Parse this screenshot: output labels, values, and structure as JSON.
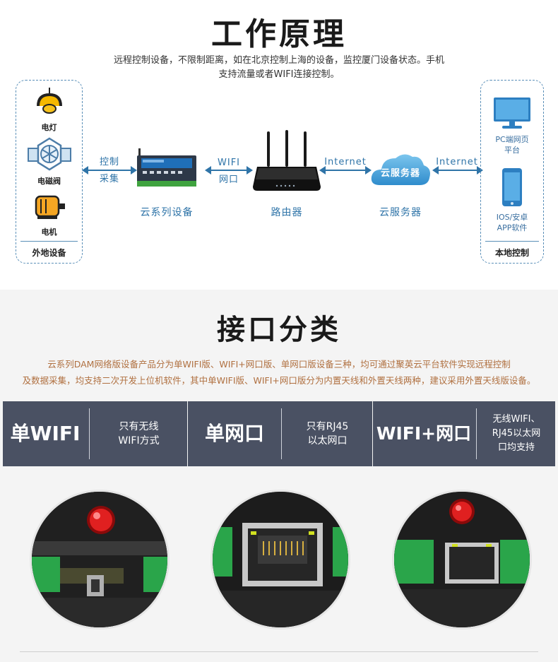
{
  "section1": {
    "title": "工作原理",
    "desc_line1": "远程控制设备，不限制距离，如在北京控制上海的设备，监控厦门设备状态。手机",
    "desc_line2": "支持流量或者WIFI连接控制。"
  },
  "left_box": {
    "devices": [
      {
        "icon": "lamp-icon",
        "label": "电灯"
      },
      {
        "icon": "valve-icon",
        "label": "电磁阀"
      },
      {
        "icon": "motor-icon",
        "label": "电机"
      }
    ],
    "footer": "外地设备"
  },
  "right_box": {
    "items": [
      {
        "icon": "monitor-icon",
        "label_line1": "PC端网页",
        "label_line2": "平台"
      },
      {
        "icon": "phone-icon",
        "label_line1": "IOS/安卓",
        "label_line2": "APP软件"
      }
    ],
    "footer": "本地控制"
  },
  "flow": {
    "arrow1_line1": "控制",
    "arrow1_line2": "采集",
    "arrow2_line1": "WIFI",
    "arrow2_line2": "网口",
    "arrow3": "Internet",
    "arrow4": "Internet",
    "device_label": "云系列设备",
    "router_label": "路由器",
    "cloud_text": "云服务器",
    "cloud_label": "云服务器"
  },
  "section2": {
    "title": "接口分类",
    "desc_line1": "云系列DAM网络版设备产品分为单WIFI版、WIFI+网口版、单网口版设备三种，均可通过聚英云平台软件实现远程控制",
    "desc_line2": "及数据采集，均支持二次开发上位机软件，其中单WIFI版、WIFI+网口版分为内置天线和外置天线两种，建议采用外置天线版设备。"
  },
  "interfaces": [
    {
      "name": "单WIFI",
      "desc_line1": "只有无线",
      "desc_line2": "WIFI方式",
      "desc_line3": ""
    },
    {
      "name": "单网口",
      "desc_line1": "只有RJ45",
      "desc_line2": "以太网口",
      "desc_line3": ""
    },
    {
      "name": "WIFI+网口",
      "desc_line1": "无线WIFI、",
      "desc_line2": "RJ45以太网",
      "desc_line3": "口均支持"
    }
  ],
  "colors": {
    "accent": "#2f74a8",
    "bar": "#4a5163",
    "desc2": "#b07040"
  }
}
